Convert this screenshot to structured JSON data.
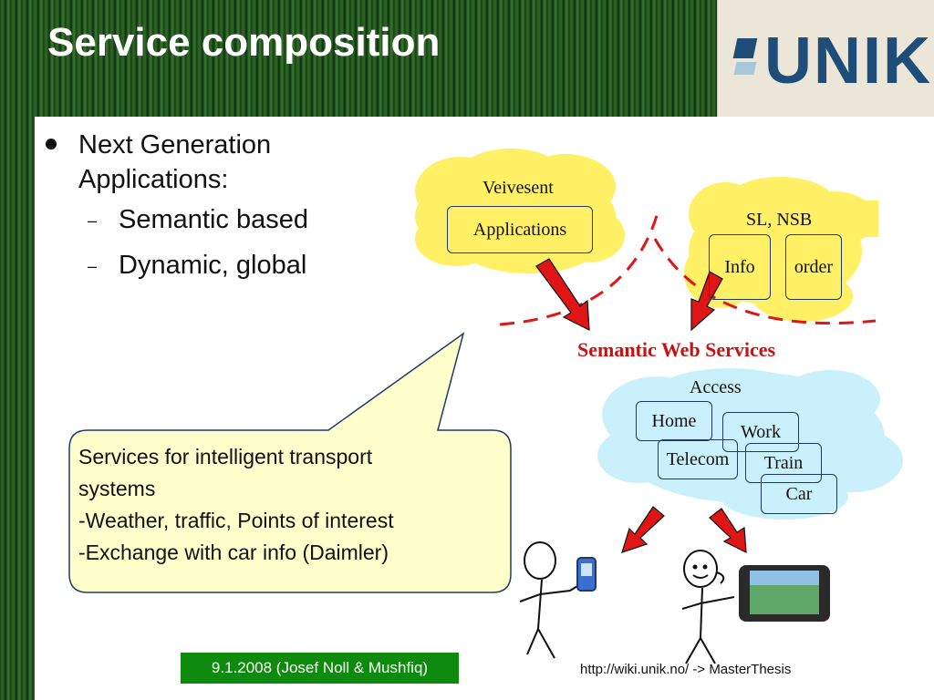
{
  "slide": {
    "title": "Service composition",
    "logo": "UNIK",
    "bullets": {
      "main": "Next Generation Applications:",
      "sub": [
        "Semantic based",
        "Dynamic, global"
      ]
    },
    "dash_symbol": "–",
    "diagram": {
      "cloud1_title": "Veivesent",
      "cloud1_box": "Applications",
      "cloud2_title": "SL, NSB",
      "cloud2_boxes": [
        "Info",
        "order"
      ],
      "semantic_label": "Semantic Web Services",
      "access_title": "Access",
      "access_boxes": [
        "Home",
        "Work",
        "Telecom",
        "Train",
        "Car"
      ]
    },
    "callout": {
      "lines": [
        "Services for intelligent transport",
        "systems",
        "-Weather, traffic, Points of interest",
        "-Exchange with car info (Daimler)"
      ]
    },
    "footer": {
      "date": "9.1.2008 (Josef Noll & Mushfiq)",
      "url": "http://wiki.unik.no/  -> MasterThesis"
    },
    "colors": {
      "header_green": "#2f6a28",
      "cloud_yellow": "#fff066",
      "cloud_blue": "#c9f0fb",
      "arrow_red": "#e01515",
      "callout_fill": "#ffffcc",
      "footer_green": "#0e8a0e",
      "logo_blue": "#1d4d78"
    }
  }
}
